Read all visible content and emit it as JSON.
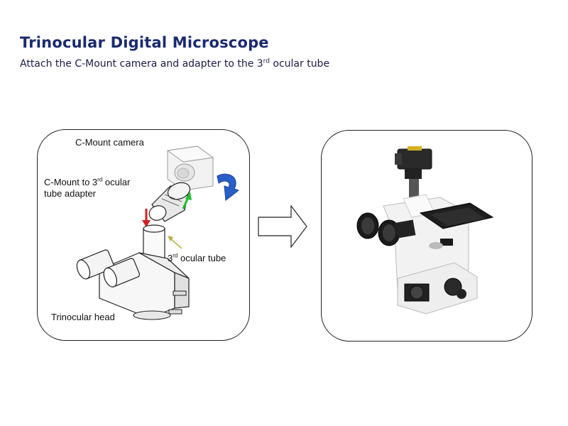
{
  "header": {
    "title": "Trinocular Digital Microscope",
    "subtitle_pre": "Attach the C-Mount camera and adapter to the 3",
    "subtitle_sup": "rd",
    "subtitle_post": " ocular tube"
  },
  "left_panel": {
    "camera_label": "C-Mount camera",
    "adapter_label_pre": "C-Mount to 3",
    "adapter_label_sup": "rd",
    "adapter_label_post": " ocular",
    "adapter_label_line2": "tube adapter",
    "tube_label_pre": "3",
    "tube_label_sup": "rd",
    "tube_label_post": " ocular tube",
    "head_label": "Trinocular head"
  },
  "colors": {
    "title": "#1a2a6e",
    "red_arrow": "#d42020",
    "green_arrow": "#22c030",
    "blue_arrow": "#2a5fc8",
    "olive_arrow": "#b8b040"
  }
}
